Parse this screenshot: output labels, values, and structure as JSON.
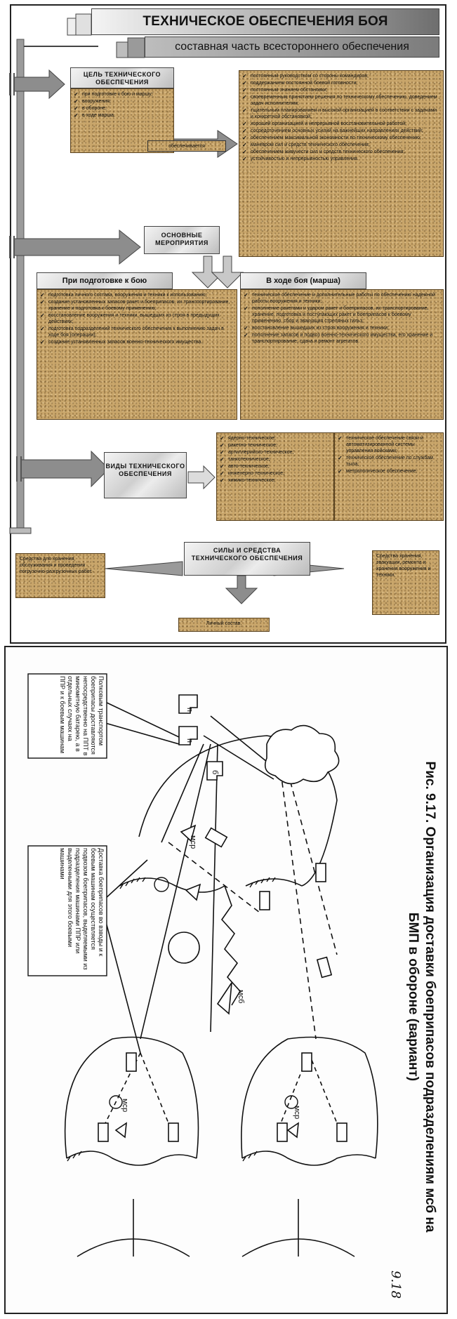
{
  "header": {
    "title": "ТЕХНИЧЕСКОЕ ОБЕСПЕЧЕНИЯ БОЯ",
    "subtitle": "составная часть всестороннего обеспечения"
  },
  "goal": {
    "heading": "ЦЕЛЬ ТЕХНИЧЕСКОГО ОБЕСПЕЧЕНИЯ",
    "items": [
      "при подготовке к бою и маршу;",
      "вооружения;",
      "в обороне;",
      "в ходе марша."
    ],
    "achieved": "обеспечивается"
  },
  "provisions": [
    "постоянным руководством со стороны командиров;",
    "поддержанием постоянной боевой готовности;",
    "постоянным знанием обстановки;",
    "своевременным принятием решения по техническому обеспечению, доведением задач исполнителям;",
    "тщательным планированием и высокой организацией в соответствии с задачами и конкретной обстановкой;",
    "хорошей организацией и непрерывной восстановительной работой;",
    "сосредоточением основных усилий на важнейших направлениях действий;",
    "обеспечением максимальной экономности по техническому обеспечению;",
    "маневром сил и средств технического обеспечения;",
    "обеспечением живучести сил и средств технического обеспечения;",
    "устойчивостью и непрерывностью управления."
  ],
  "main_measures": {
    "heading": "ОСНОВНЫЕ МЕРОПРИЯТИЯ"
  },
  "prep": {
    "heading": "При подготовке к бою",
    "items": [
      "подготовка личного состава, вооружения и техники к использованию;",
      "создание установленных запасов ракет и боеприпасов, их транспортирование, хранение и подготовка к боевому применению;",
      "восстановление вооружения и техники, вышедших из строя в предыдущих действиях;",
      "подготовка подразделений технического обеспечения к выполнению задач в ходе боя (операции);",
      "создание установленных запасов военно-технического имущества."
    ]
  },
  "during": {
    "heading": "В ходе боя (марша)",
    "items": [
      "техническое обеспечение и дополнительные работы по обеспечению надежной работы вооружения и техники;",
      "пополнение ракетами и ударом ракет и боеприпасов, их транспортирование, хранение, подготовка и поступающих ракет и боеприпасов к боевому применению, сбор и эвакуация стреляных гильз;",
      "восстановление вышедших из строя вооружения и техники;",
      "пополнение запасов и подвоз военно-технического имущества, его хранение и транспортирование, сдача и ремонт агрегатов."
    ]
  },
  "types": {
    "heading": "ВИДЫ ТЕХНИЧЕСКОГО ОБЕСПЕЧЕНИЯ",
    "left": [
      "ядерно-техническое;",
      "ракетно-техническое;",
      "артиллерийско-техническое;",
      "танкотехническое;",
      "авто-техническое;",
      "инженерно-техническое;",
      "химико-техническое;"
    ],
    "right": [
      "техническое обеспечение связи и автоматизированной системы управления войсками;",
      "техническое обеспечение по службам тыла;",
      "метрологическое обеспечение."
    ]
  },
  "forces": {
    "heading": "СИЛЫ И СРЕДСТВА ТЕХНИЧЕСКОГО ОБЕСПЕЧЕНИЯ",
    "left": "Средства для хранения, обслуживания и проведения погрузочно-разгрузочных работ.",
    "right": "Средства хранения, эвакуации, ремонта и хранения вооружения и техники.",
    "bottom": "Личный состав."
  },
  "figure": {
    "caption": "Рис. 9.17. Организация доставки боеприпасов подразделениям мсб на БМП в обороне (вариант)",
    "handnote": "9.18",
    "note_top": "Полковым транспортом боеприпасы доставляются непосредственно на ППТ в минометную батарею, а в отдельных случаях на ППР и к боевым машинам",
    "note_left": "Доставка боеприпасов во взводы и к боевым машинам осуществляется подвозом боеприпасов, выделяемыми из подразделения машинами ППР или выделенными для этого боевыми машинами",
    "labels": {
      "p": "п",
      "b": "б",
      "msr": "мср",
      "msb": "мсб"
    }
  },
  "colors": {
    "box": "#c9a66b",
    "arrow": "#8a8a8a",
    "frame": "#222222"
  }
}
